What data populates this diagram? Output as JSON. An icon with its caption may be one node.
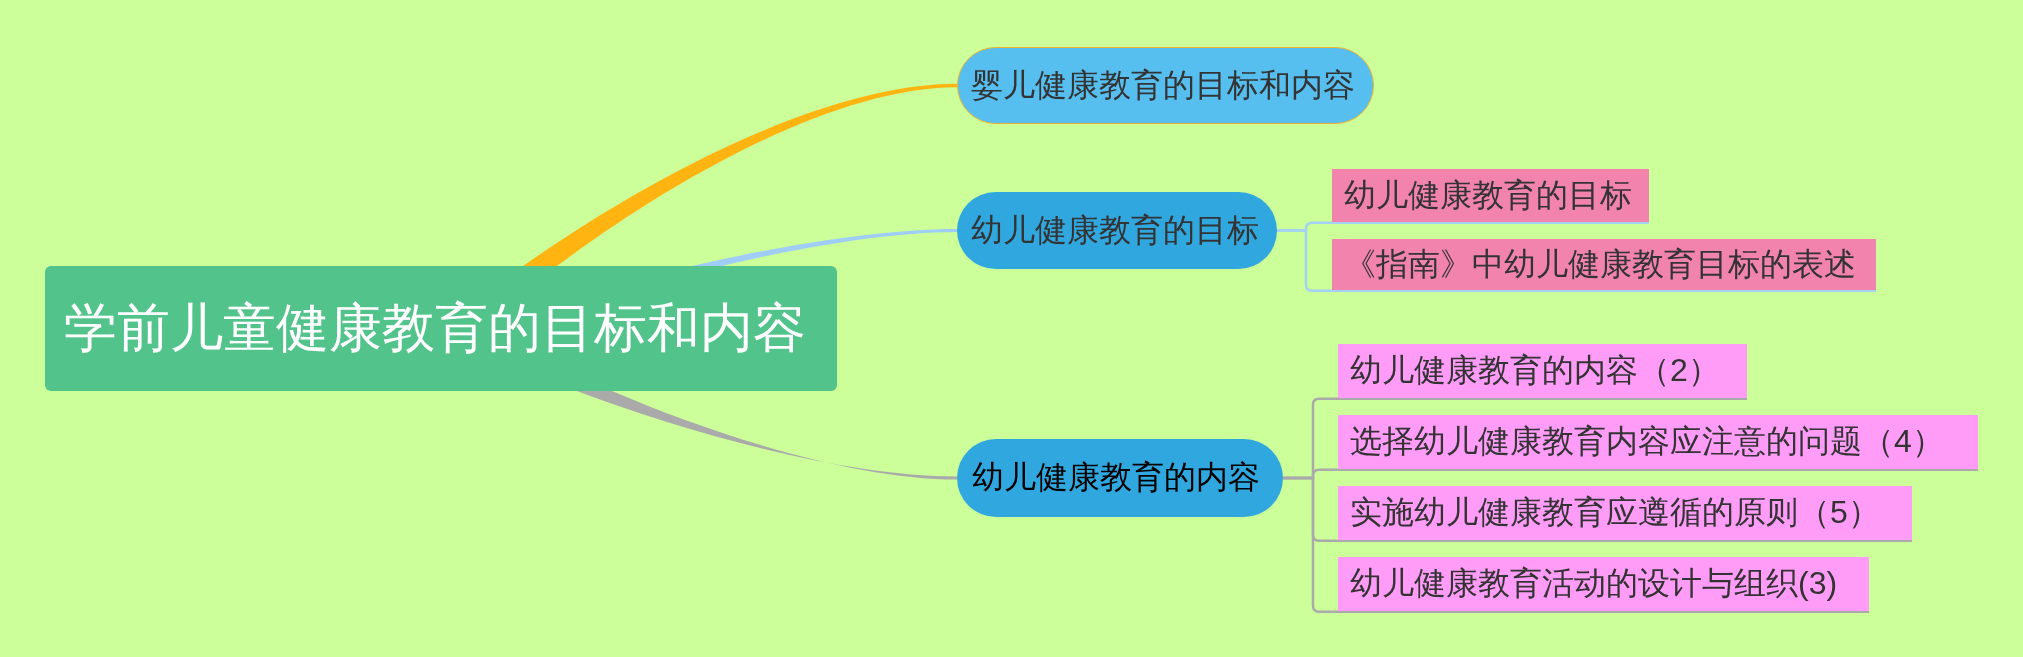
{
  "diagram": {
    "nodes": [
      {
        "text": [
          "学前儿童健康教育的目标和内容"
        ]
      },
      {
        "text": [
          "婴儿健康教育的目标和内容"
        ]
      },
      {
        "text": [
          "幼儿健康教育的目标"
        ]
      },
      {
        "text": [
          "幼儿健康教育的目标"
        ]
      },
      {
        "text": [
          "《指南》中幼儿健康教育目标的表述"
        ]
      },
      {
        "text": [
          "幼儿健康教育的内容"
        ]
      },
      {
        "text": [
          "幼儿健康教育的内容（2）"
        ]
      },
      {
        "text": [
          "选择幼儿健康教育内容应注意的问题（4）"
        ]
      },
      {
        "text": [
          "实施幼儿健康教育应遵循的原则（5）"
        ]
      },
      {
        "text": [
          "幼儿健康教育活动的设计与组织(3)"
        ]
      }
    ],
    "edges": [
      {
        "from": 0,
        "to": 1,
        "arrow": "none",
        "style": "thick",
        "color": "#ffb412"
      },
      {
        "from": 0,
        "to": 2,
        "arrow": "none",
        "style": "thick",
        "color": "#9fcdf8"
      },
      {
        "from": 0,
        "to": 5,
        "arrow": "none",
        "style": "thick"
      },
      {
        "from": 2,
        "to": 3,
        "arrow": "none",
        "color": "#a3d2f5"
      },
      {
        "from": 2,
        "to": 4,
        "arrow": "none",
        "color": "#a3d2f5"
      },
      {
        "from": 5,
        "to": 6,
        "arrow": "none"
      },
      {
        "from": 5,
        "to": 7,
        "arrow": "none"
      },
      {
        "from": 5,
        "to": 8,
        "arrow": "none"
      },
      {
        "from": 5,
        "to": 9,
        "arrow": "none"
      }
    ]
  }
}
